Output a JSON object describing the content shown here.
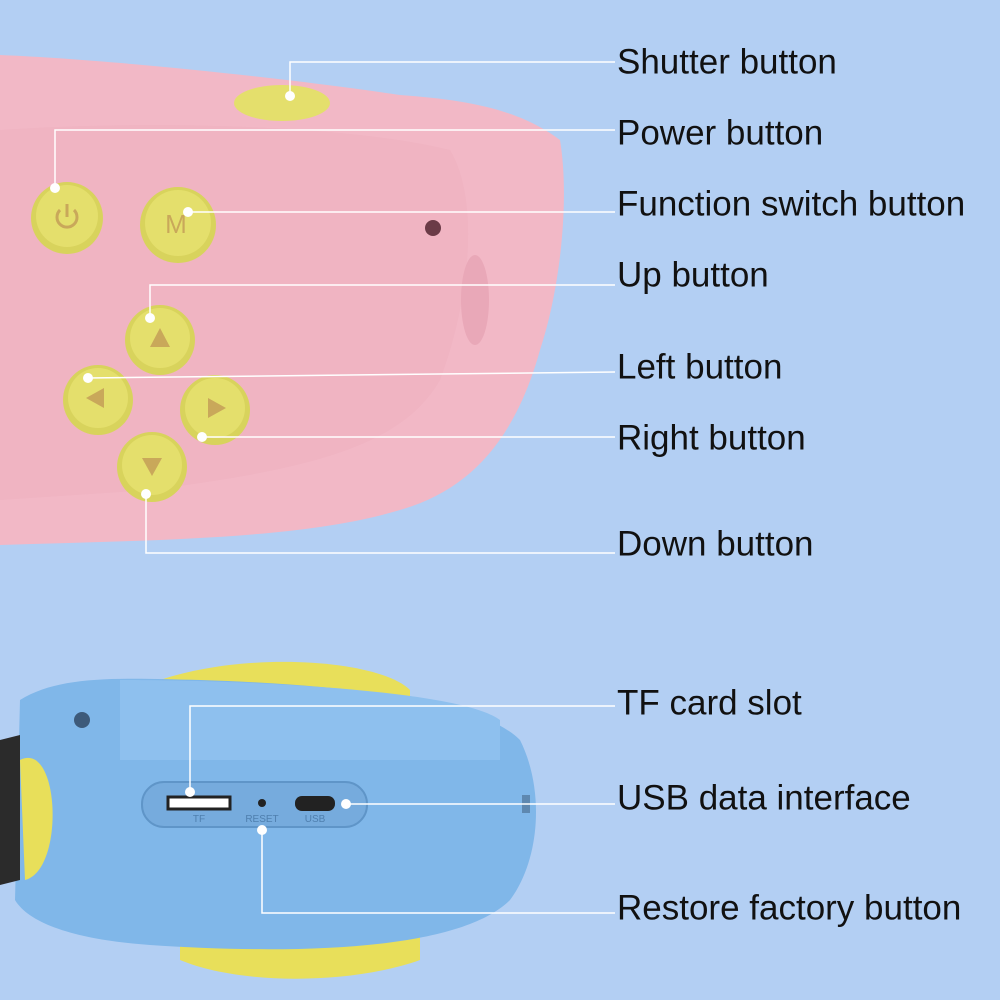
{
  "labels": {
    "shutter": "Shutter button",
    "power": "Power button",
    "function_switch": "Function switch button",
    "up": "Up button",
    "left": "Left button",
    "right": "Right button",
    "down": "Down button",
    "tf_card": "TF card slot",
    "usb": "USB data interface",
    "restore": "Restore factory button"
  },
  "device_markings": {
    "mode_key": "M",
    "tf": "TF",
    "reset": "RESET",
    "usb": "USB"
  },
  "colors": {
    "background": "#b3cff3",
    "pink_body": "#f2b8c6",
    "blue_body": "#7fb6e8",
    "button_yellow": "#e4df6c"
  }
}
